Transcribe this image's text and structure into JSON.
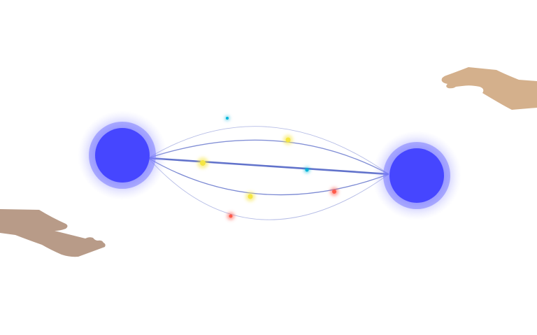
{
  "scene": {
    "background": "#ffffff",
    "orb_color": "#4646ff",
    "orb_glow_color": "#6b6bff",
    "line_color": "#5a6bc8",
    "skin_left": "#b89b88",
    "skin_right": "#d4b08c"
  },
  "particles": [
    {
      "color": "#00b4d8",
      "kind": "cyan-spark"
    },
    {
      "color": "#f5e642",
      "kind": "yellow-spark"
    },
    {
      "color": "#f5e642",
      "kind": "yellow-spark"
    },
    {
      "color": "#00b4d8",
      "kind": "cyan-spark"
    },
    {
      "color": "#f5e642",
      "kind": "yellow-spark"
    },
    {
      "color": "#ff5a4a",
      "kind": "red-spark"
    },
    {
      "color": "#ff5a4a",
      "kind": "red-spark"
    }
  ]
}
